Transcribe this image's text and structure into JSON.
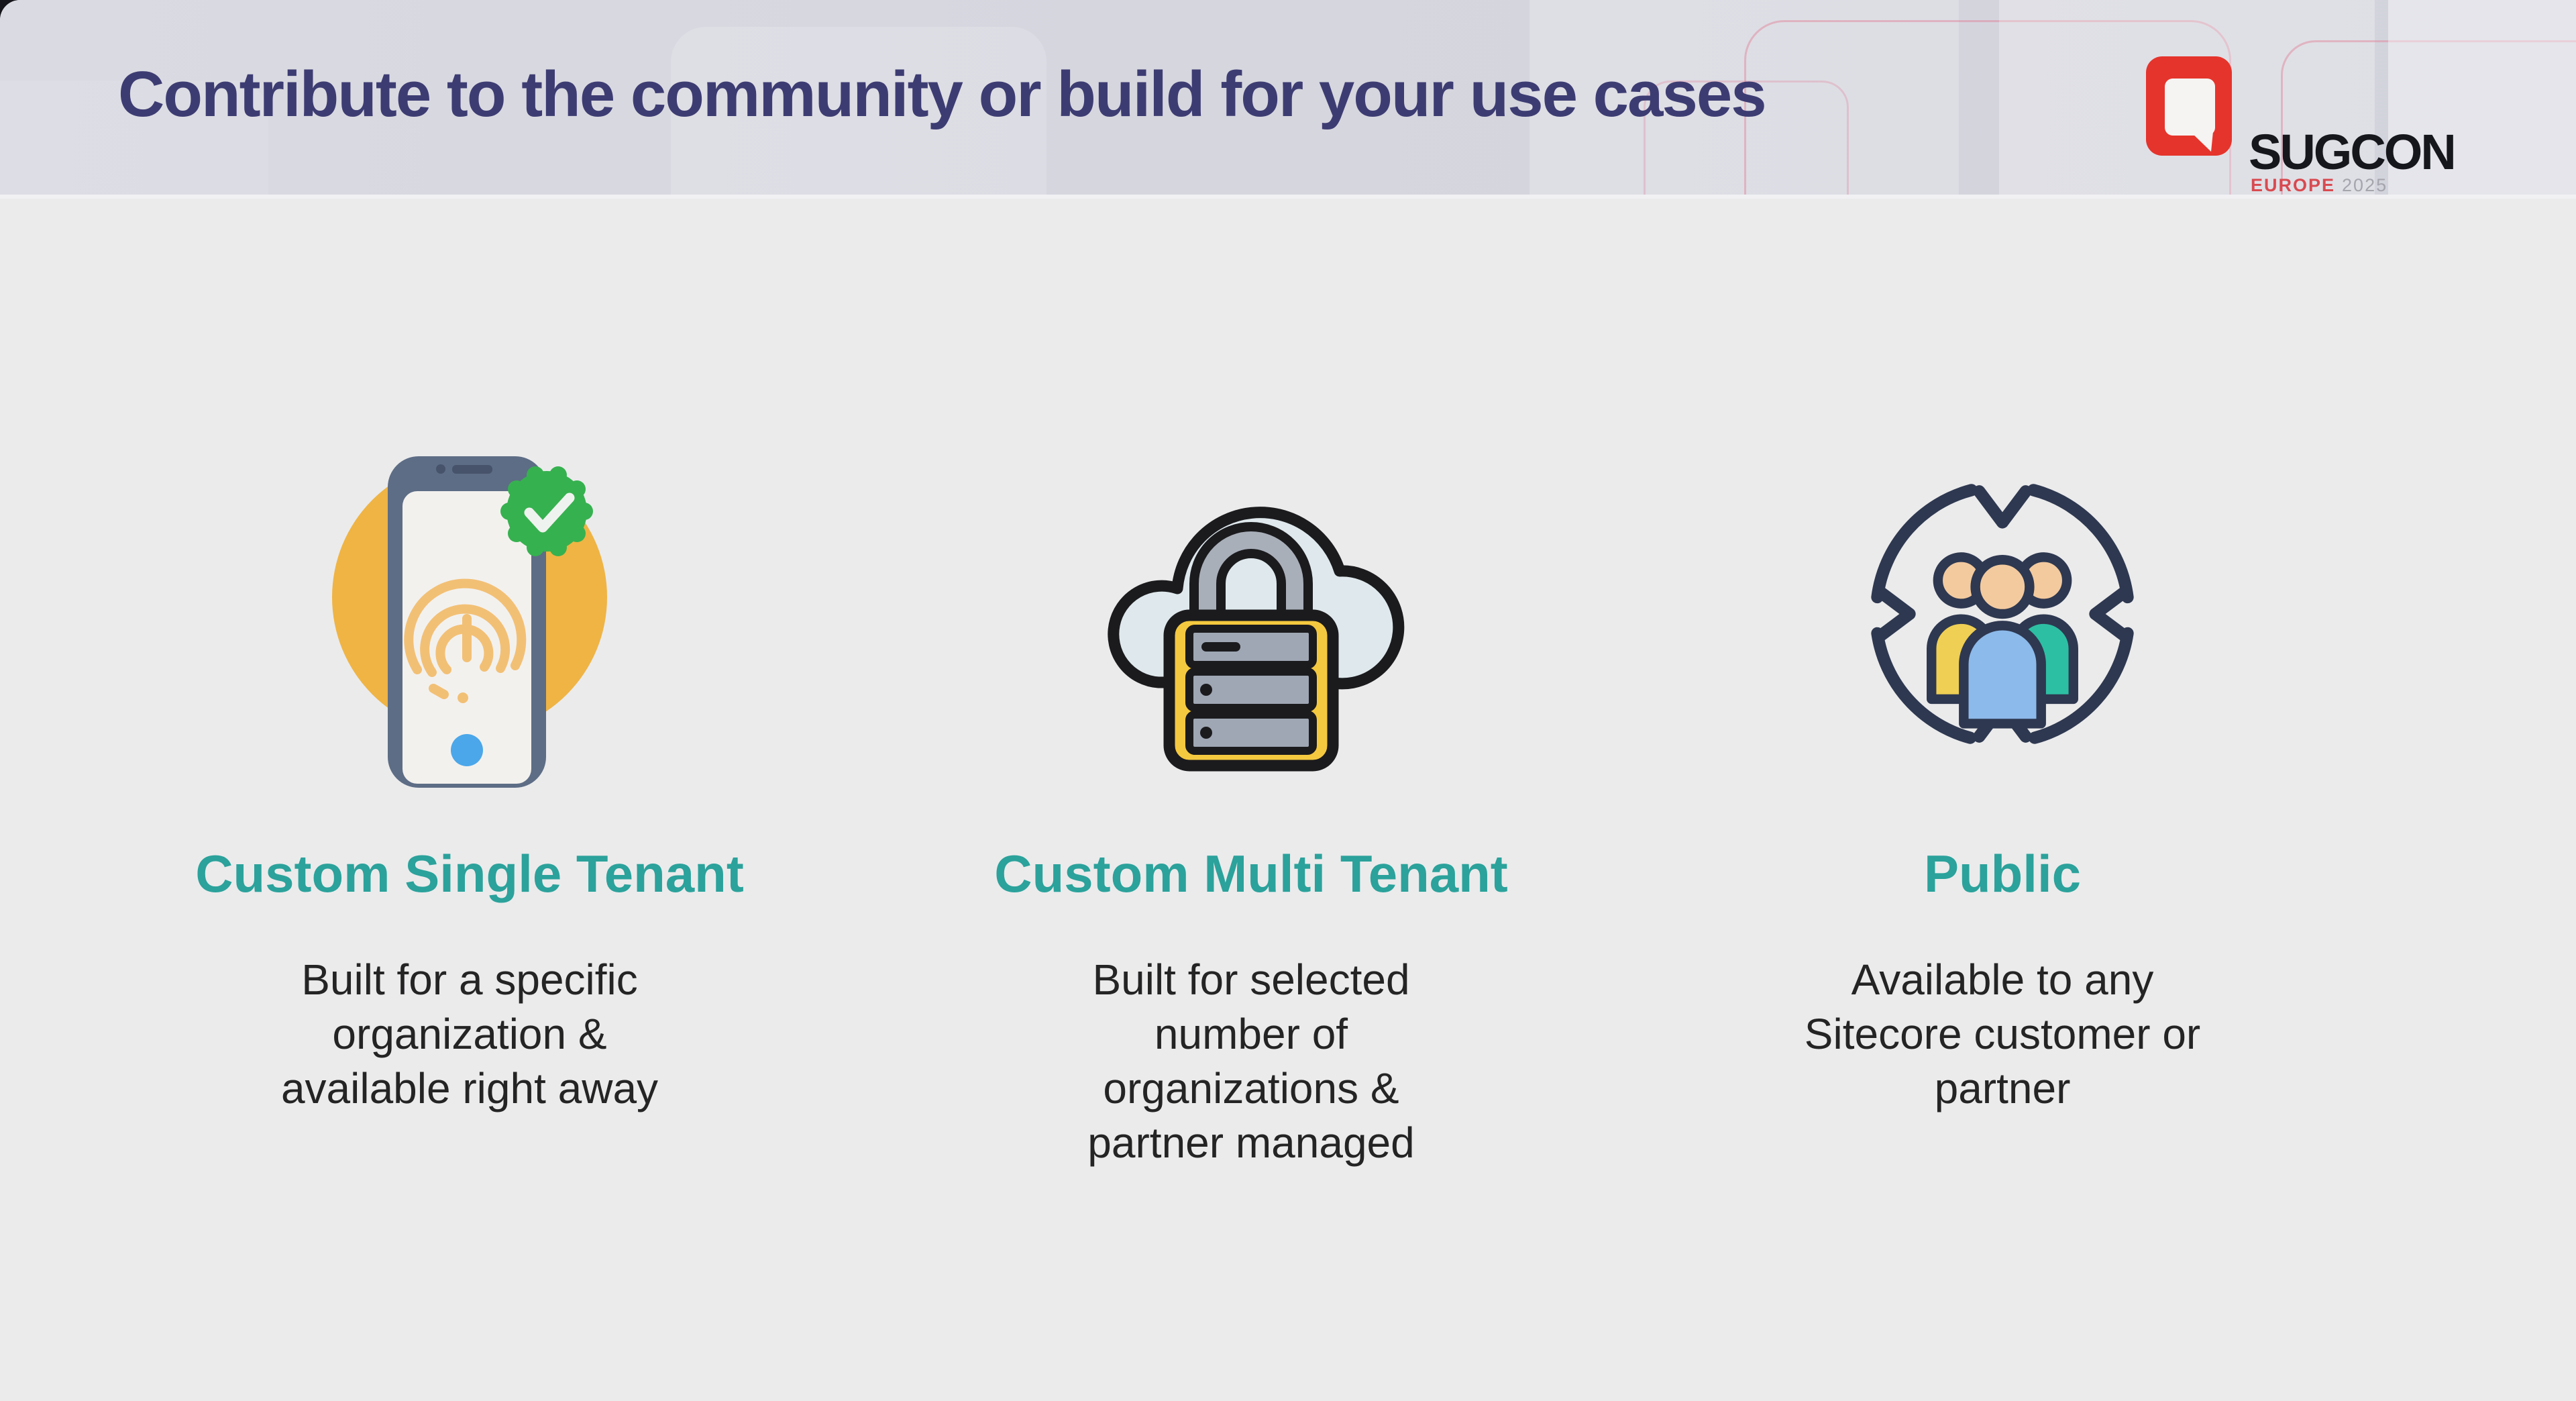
{
  "colors": {
    "bg": "#ebebec",
    "header-bg-1": "#dadae2",
    "header-bg-2": "#d2d3dc",
    "title": "#3d3c72",
    "teal": "#2ba29b",
    "body-text": "#242424",
    "logo-red": "#e5342c",
    "logo-black": "#16171c",
    "logo-europe-red": "#d84a50",
    "logo-year-gray": "#a5a5ad",
    "icon-orange-circle": "#efb444",
    "icon-green-badge": "#36b14f",
    "icon-lock-yellow": "#f5c93f",
    "icon-people-blue": "#8cbaea",
    "icon-people-teal": "#2dbfa4",
    "icon-people-yellow": "#efcf54"
  },
  "header": {
    "title": "Contribute to the community or build for your use cases",
    "logo": {
      "mark_icon": "speech-bubble-logo-icon",
      "name": "SUGCON",
      "region": "EUROPE",
      "year": "2025"
    }
  },
  "columns": [
    {
      "icon": "phone-fingerprint-verified-icon",
      "heading": "Custom Single Tenant",
      "body": "Built for a specific\norganization &\navailable right away"
    },
    {
      "icon": "cloud-lock-servers-icon",
      "heading": "Custom Multi Tenant",
      "body": "Built for selected\nnumber of\norganizations &\npartner managed"
    },
    {
      "icon": "people-cycle-arrows-icon",
      "heading": "Public",
      "body": "Available to any\nSitecore customer or\npartner"
    }
  ]
}
